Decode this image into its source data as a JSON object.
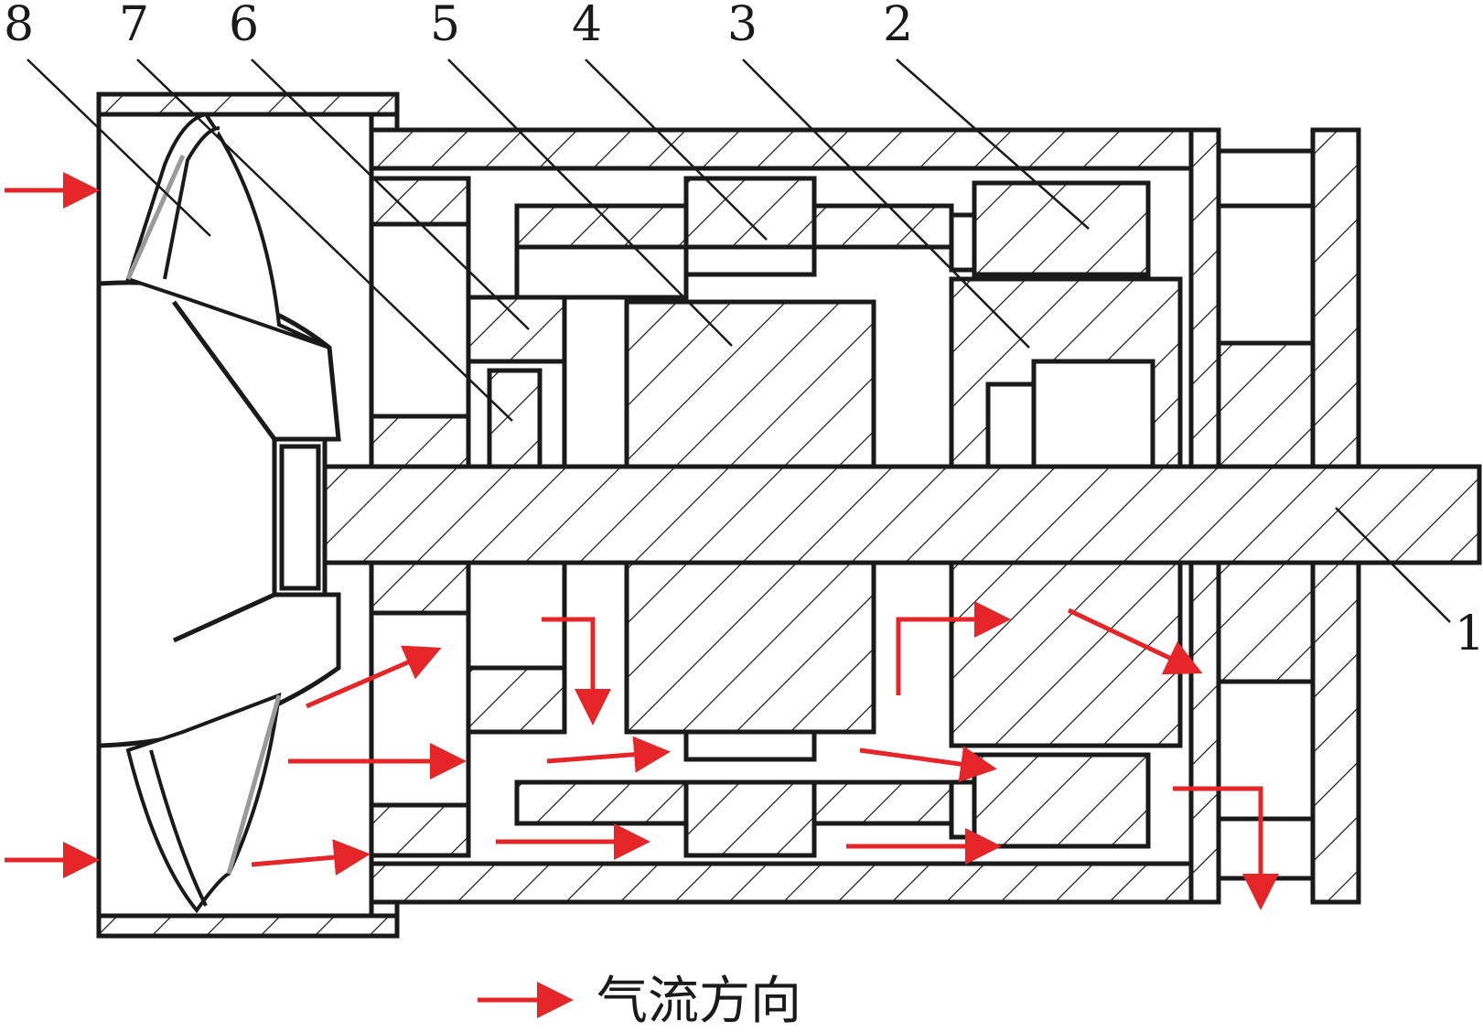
{
  "part_labels": [
    {
      "id": "1",
      "text": "1"
    },
    {
      "id": "2",
      "text": "2"
    },
    {
      "id": "3",
      "text": "3"
    },
    {
      "id": "4",
      "text": "4"
    },
    {
      "id": "5",
      "text": "5"
    },
    {
      "id": "6",
      "text": "6"
    },
    {
      "id": "7",
      "text": "7"
    },
    {
      "id": "8",
      "text": "8"
    }
  ],
  "legend": {
    "text": "气流方向"
  },
  "colors": {
    "line": "#1a1a1a",
    "flow_arrow": "#e52528",
    "blade_edge": "#9a9a9a",
    "background": "#ffffff"
  }
}
